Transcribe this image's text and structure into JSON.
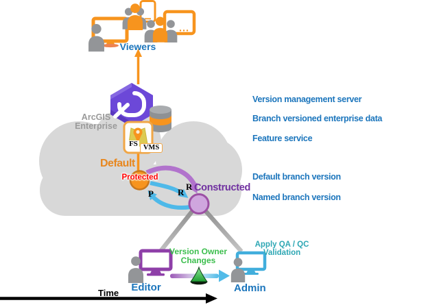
{
  "diagram": {
    "viewers": {
      "label": "Viewers"
    },
    "enterprise": {
      "name_line1": "ArcGIS",
      "name_line2": "Enterprise",
      "fs_badge": "FS",
      "vms_badge": "VMS"
    },
    "versions": {
      "default_label": "Default",
      "protected_badge": "Protected",
      "post_letter": "P",
      "reconcile_letter_inner": "R",
      "reconcile_letter_outer": "R",
      "constructed_label": "Constructed"
    },
    "legend": {
      "items": [
        "Version management server",
        "Branch versioned enterprise data",
        "Feature service",
        "Default branch version",
        "Named branch version"
      ]
    },
    "workflow": {
      "editor_label": "Editor",
      "changes_line1": "Version Owner",
      "changes_line2": "Changes",
      "qa_line1": "Apply QA / QC",
      "qa_line2": "Validation",
      "admin_label": "Admin"
    },
    "timeline": {
      "label": "Time"
    },
    "colors": {
      "esri_blue": "#1B75BC",
      "orange": "#F7941E",
      "purple_logo": "#6C48D8",
      "constructed_purple": "#7030A0",
      "green": "#3CBE4D",
      "teal": "#2EA7B4",
      "cyan_arrow": "#4EB9E9",
      "purple_arrow": "#B173CC",
      "protected_red": "#FF0000",
      "cloud_gray": "#D8D8D8",
      "person_gray": "#939598"
    }
  }
}
